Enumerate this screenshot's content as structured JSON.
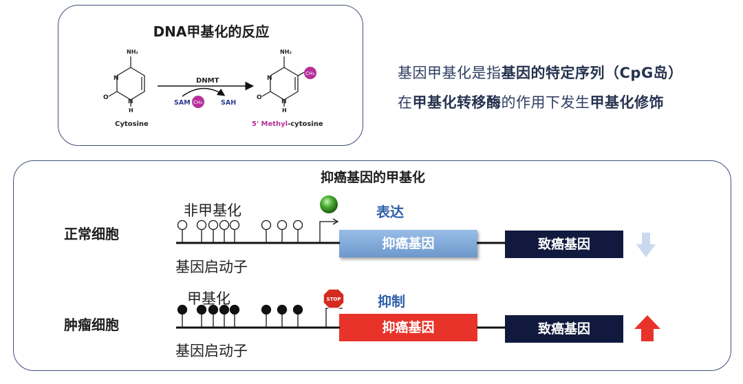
{
  "top_panel": {
    "title": "DNA甲基化的反应",
    "enzyme": "DNMT",
    "cofactor_sam": "SAM",
    "cofactor_sah": "SAH",
    "methyl_group": "CH₃",
    "amine_group": "NH₂",
    "oxygen": "O",
    "nitrogen": "N",
    "hydrogen": "H",
    "left_molecule": "Cytosine",
    "right_molecule_prefix": "5' Methyl",
    "right_molecule_suffix": "-cytosine"
  },
  "description": {
    "line1": [
      {
        "text": "基因甲基化是指",
        "bold": false
      },
      {
        "text": "基因的特定序列（CpG岛）",
        "bold": true
      }
    ],
    "line2": [
      {
        "text": "在",
        "bold": false
      },
      {
        "text": "甲基化转移酶",
        "bold": true
      },
      {
        "text": "的作用下发生",
        "bold": false
      },
      {
        "text": "甲基化修饰",
        "bold": true
      }
    ]
  },
  "bottom_panel": {
    "title": "抑癌基因的甲基化",
    "normal_row": {
      "label": "正常细胞",
      "methylation_label": "非甲基化",
      "promoter_label": "基因启动子",
      "status_label": "表达",
      "gene_box": "抑癌基因",
      "oncogene_box": "致癌基因",
      "arrow_direction": "down"
    },
    "tumor_row": {
      "label": "肿瘤细胞",
      "methylation_label": "甲基化",
      "promoter_label": "基因启动子",
      "status_label": "抑制",
      "stop_sign": "STOP",
      "gene_box": "抑癌基因",
      "oncogene_box": "致癌基因",
      "arrow_direction": "up"
    }
  },
  "colors": {
    "panel_border": "#3f4f7a",
    "methyl_magenta": "#b5309a",
    "normal_gene_blue": "#7da6d8",
    "tumor_gene_red": "#e8332a",
    "oncogene_navy": "#111a3e",
    "down_arrow": "#c9daef",
    "up_arrow": "#e8332a",
    "status_blue": "#2d5fa8"
  }
}
